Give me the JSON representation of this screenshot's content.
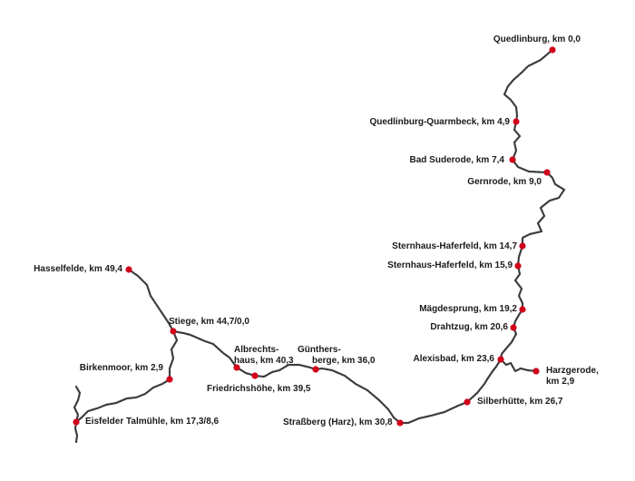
{
  "colors": {
    "track": "#3c3c3c",
    "station": "#d0021b",
    "text": "#1a1a1a"
  },
  "stations": {
    "quedlinburg": "Quedlinburg, km 0,0",
    "quarmbeck": "Quedlinburg-Quarmbeck, km 4,9",
    "bad_suderode": "Bad Suderode, km 7,4",
    "gernrode": "Gernrode, km 9,0",
    "sternhaus_147": "Sternhaus-Haferfeld, km 14,7",
    "sternhaus_159": "Sternhaus-Haferfeld, km 15,9",
    "maegdesprung": "Mägdesprung, km 19,2",
    "drahtzug": "Drahtzug, km 20,6",
    "alexisbad": "Alexisbad, km 23,6",
    "harzgerode_1": "Harzgerode,",
    "harzgerode_2": "km 2,9",
    "silberhuette": "Silberhütte, km 26,7",
    "strassberg": "Straßberg (Harz), km 30,8",
    "guenthersberge_1": "Günthers-",
    "guenthersberge_2": "berge, km 36,0",
    "albrechtshaus_1": "Albrechts-",
    "albrechtshaus_2": "haus, km 40,3",
    "friedrichshoehe": "Friedrichshöhe, km 39,5",
    "stiege": "Stiege, km 44,7/0,0",
    "hasselfelde": "Hasselfelde, km 49,4",
    "birkenmoor": "Birkenmoor, km 2,9",
    "eisfelder": "Eisfelder Talmühle, km 17,3/8,6"
  }
}
